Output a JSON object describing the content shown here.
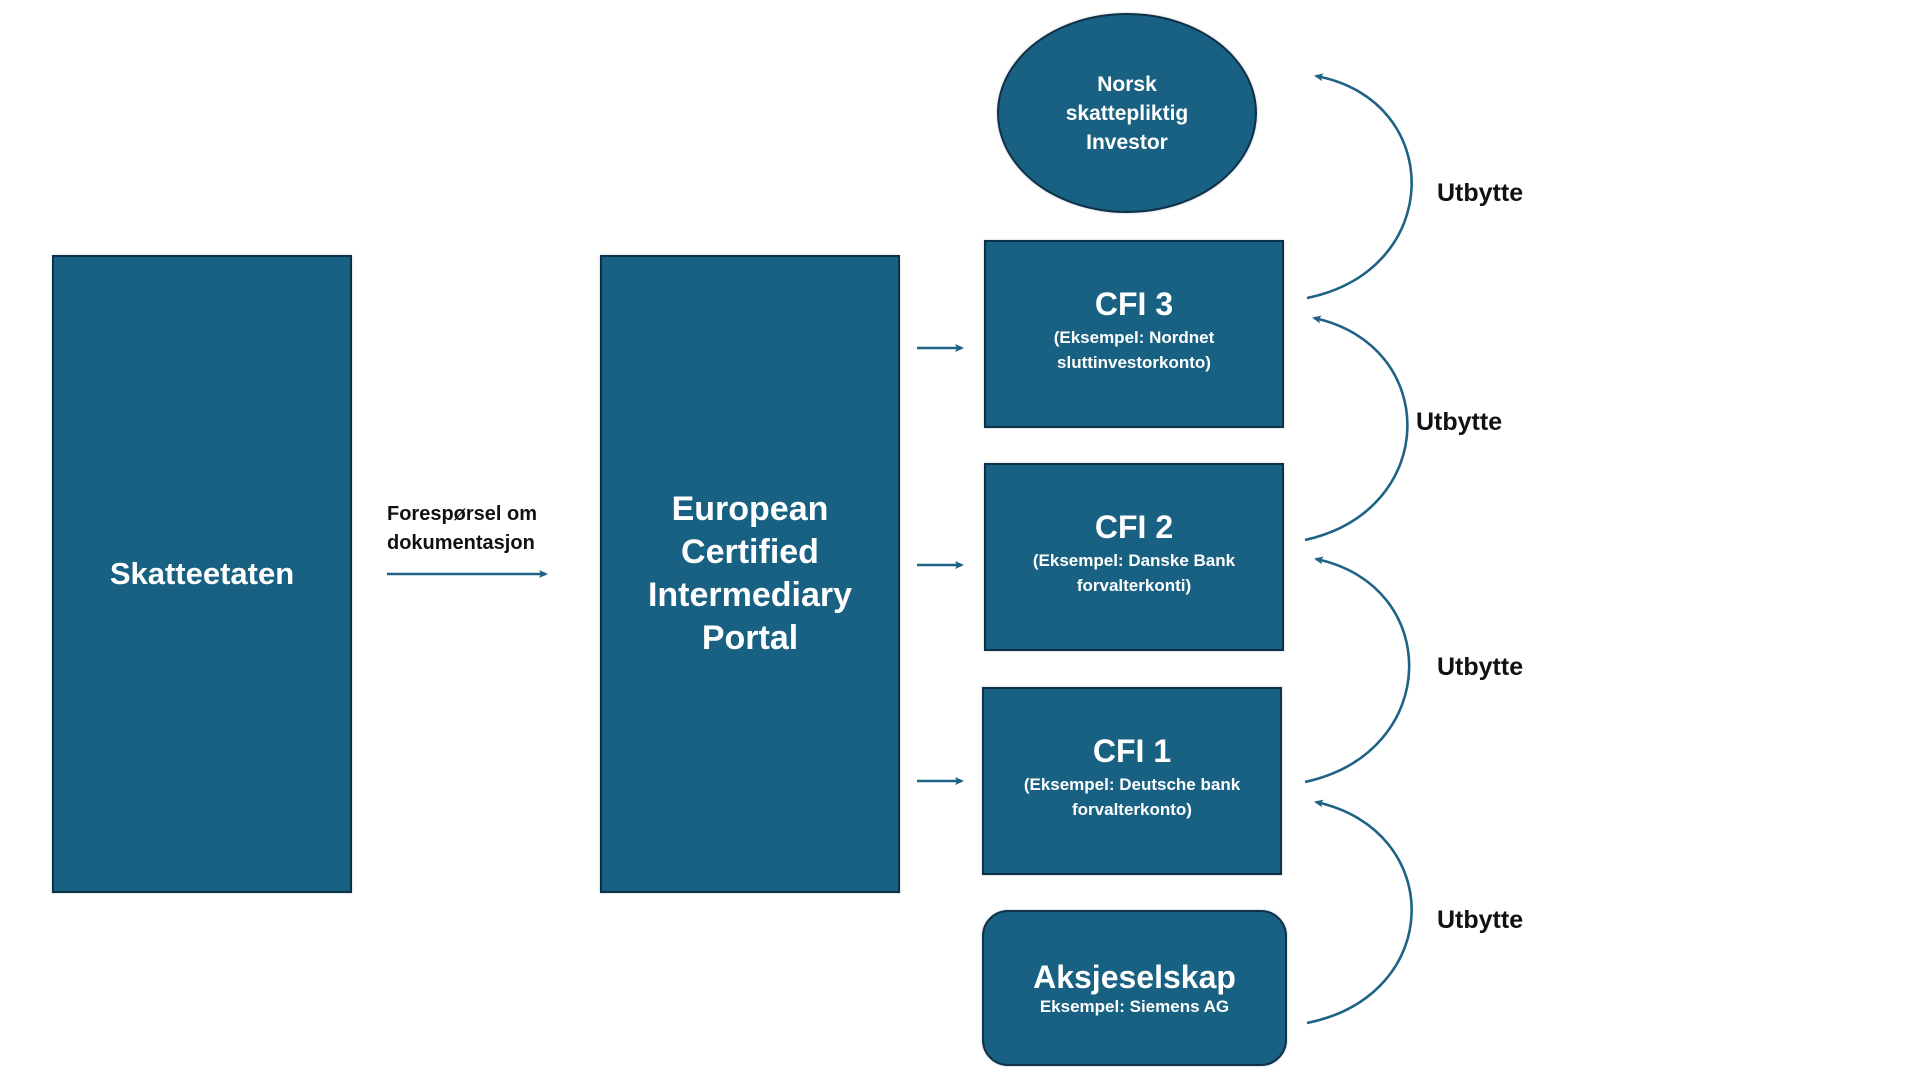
{
  "diagram": {
    "nodes": {
      "tax_authority": {
        "label": "Skatteetaten"
      },
      "portal": {
        "lines": [
          "European",
          "Certified",
          "Intermediary",
          "Portal"
        ]
      },
      "investor": {
        "lines": [
          "Norsk",
          "skattepliktig",
          "Investor"
        ]
      },
      "cfi3": {
        "title": "CFI 3",
        "sub_lines": [
          "(Eksempel: Nordnet",
          "sluttinvestorkonto)"
        ]
      },
      "cfi2": {
        "title": "CFI 2",
        "sub_lines": [
          "(Eksempel: Danske Bank",
          "forvalterkonti)"
        ]
      },
      "cfi1": {
        "title": "CFI 1",
        "sub_lines": [
          "(Eksempel: Deutsche bank",
          "forvalterkonto)"
        ]
      },
      "company": {
        "title": "Aksjeselskap",
        "sub": "Eksempel: Siemens AG"
      }
    },
    "edges": {
      "request": {
        "lines": [
          "Forespørsel om",
          "dokumentasjon"
        ],
        "from": "Skatteetaten",
        "to": "European Certified Intermediary Portal"
      },
      "portal_to_cfi": [
        {
          "from": "European Certified Intermediary Portal",
          "to": "CFI 3"
        },
        {
          "from": "European Certified Intermediary Portal",
          "to": "CFI 2"
        },
        {
          "from": "European Certified Intermediary Portal",
          "to": "CFI 1"
        }
      ],
      "dividends": [
        {
          "label": "Utbytte",
          "from": "CFI 3",
          "to": "Norsk skattepliktig Investor"
        },
        {
          "label": "Utbytte",
          "from": "CFI 2",
          "to": "CFI 3"
        },
        {
          "label": "Utbytte",
          "from": "CFI 1",
          "to": "CFI 2"
        },
        {
          "label": "Utbytte",
          "from": "Aksjeselskap",
          "to": "CFI 1"
        }
      ]
    },
    "colors": {
      "node_fill": "#196182",
      "node_border": "#0e3048",
      "arrow": "#1f6285",
      "node_text": "#ffffff",
      "label_text": "#111111"
    }
  }
}
